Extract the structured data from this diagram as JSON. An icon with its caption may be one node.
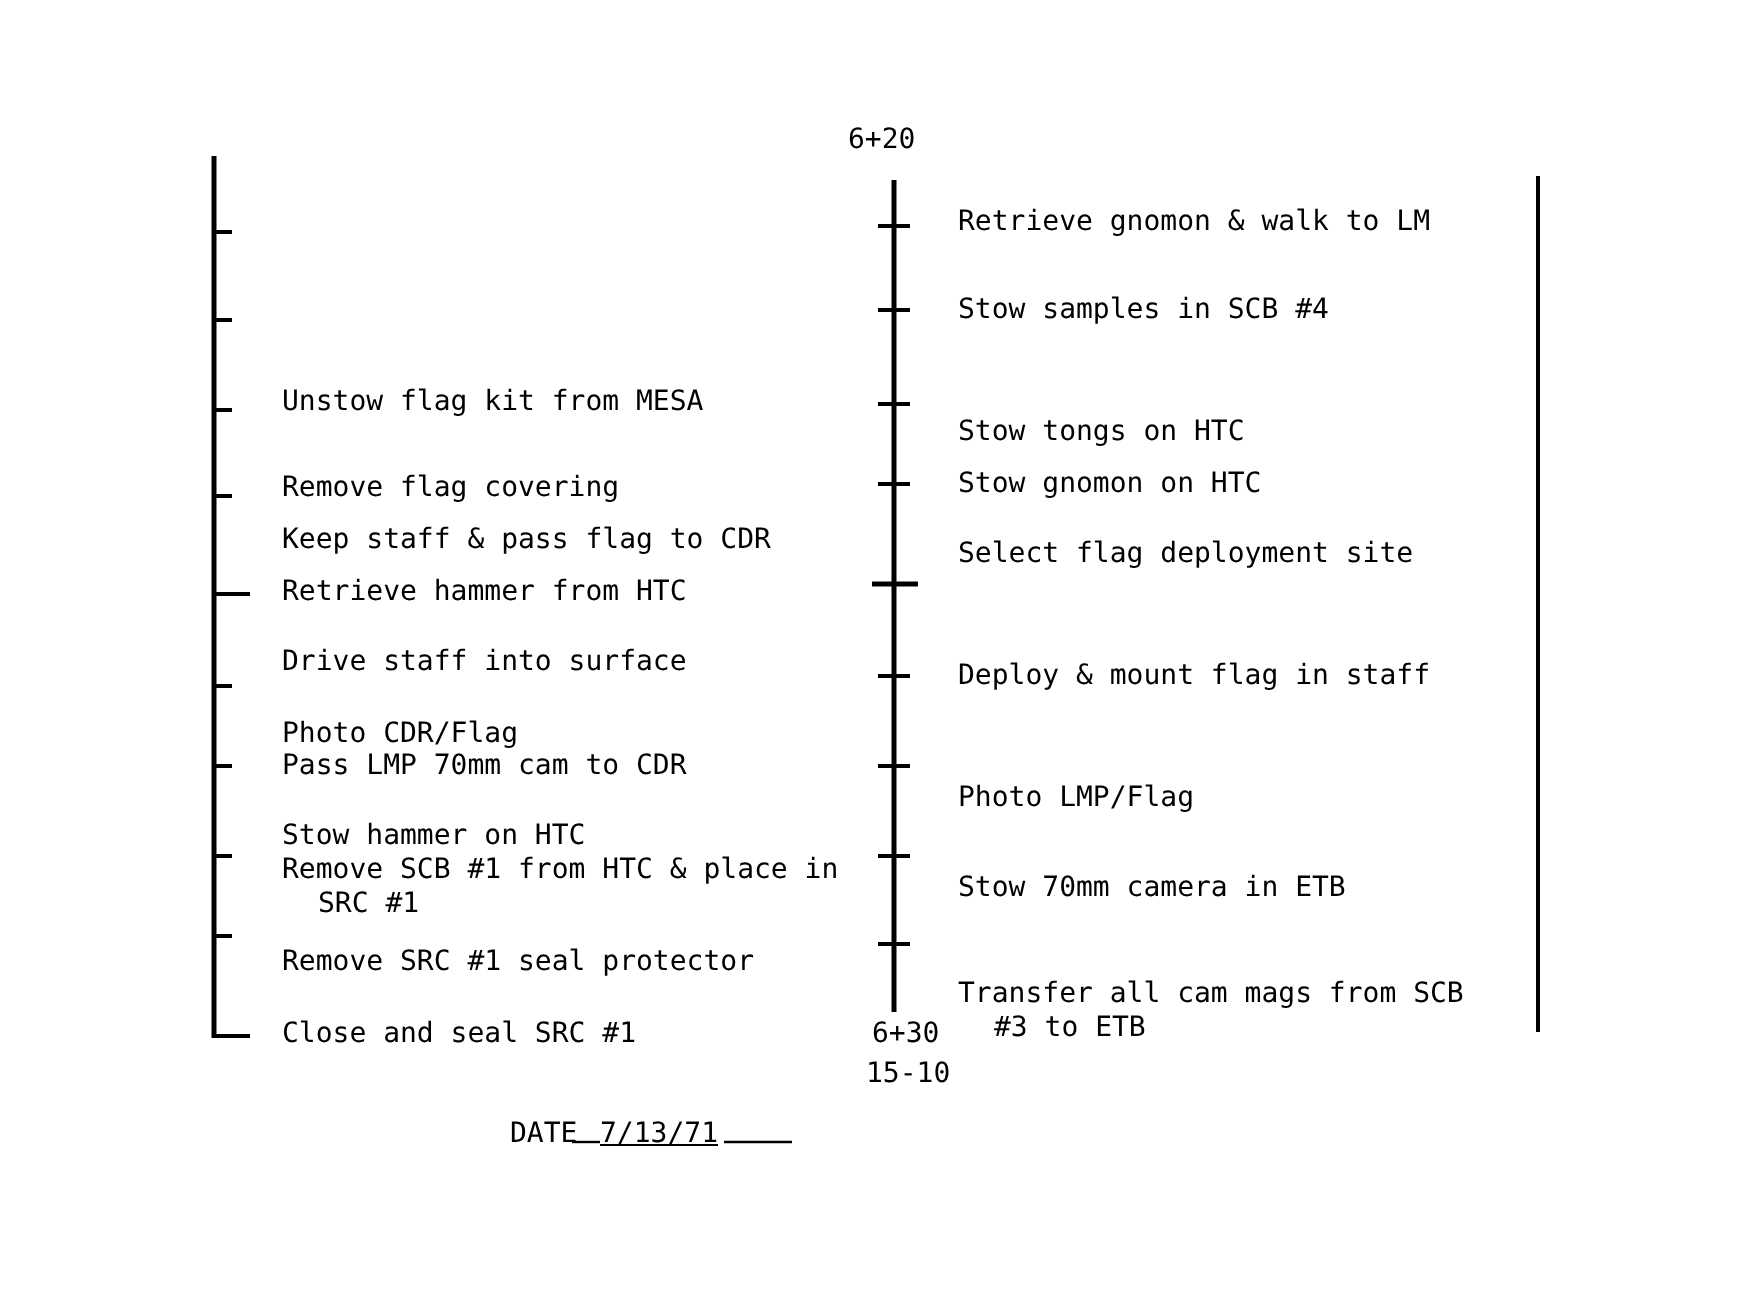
{
  "diagram": {
    "labels": [
      "6+20",
      "Unstow flag kit from MESA",
      "Remove flag covering",
      "Keep staff & pass flag to CDR",
      "Retrieve hammer from HTC",
      "Drive staff into surface",
      "Photo CDR/Flag",
      "Pass LMP 70mm cam to CDR",
      "Stow hammer on HTC",
      "Remove SCB #1 from HTC & place in SRC #1",
      "Remove SRC #1 seal protector",
      "Close and seal SRC #1",
      "Retrieve gnomon & walk to LM",
      "Stow samples in SCB #4",
      "Stow tongs on HTC",
      "Stow gnomon on HTC",
      "Select flag deployment site",
      "Deploy & mount flag in staff",
      "Photo LMP/Flag",
      "Stow 70mm camera in ETB",
      "Transfer all cam mags from SCB #3 to ETB",
      "6+30",
      "15-10",
      "DATE",
      "7/13/71"
    ]
  }
}
